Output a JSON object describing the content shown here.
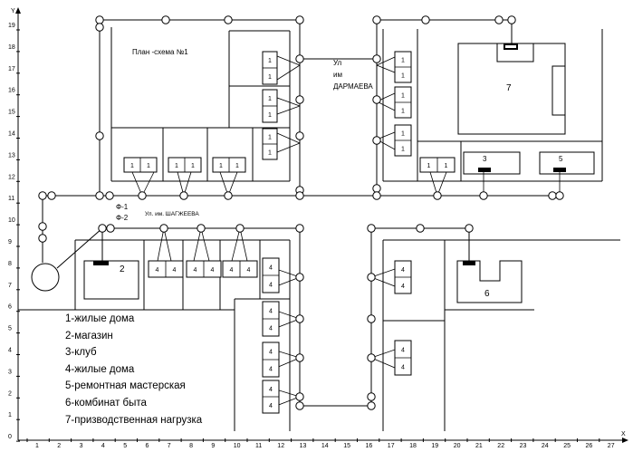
{
  "axes": {
    "y_label": "Y",
    "x_label": "X",
    "x_ticks": [
      "1",
      "2",
      "3",
      "4",
      "5",
      "6",
      "7",
      "8",
      "9",
      "10",
      "11",
      "12",
      "13",
      "14",
      "15",
      "16",
      "17",
      "18",
      "19",
      "20",
      "21",
      "22",
      "23",
      "24",
      "25",
      "26",
      "27"
    ],
    "y_ticks": [
      "19",
      "18",
      "17",
      "16",
      "15",
      "14",
      "13",
      "12",
      "11",
      "10",
      "9",
      "8",
      "7",
      "6",
      "5",
      "4",
      "3",
      "2",
      "1",
      "0"
    ]
  },
  "plan_title": "План -схема   №1",
  "street_darmaeva": [
    "Ул",
    "им",
    "ДАРМАЕВА"
  ],
  "street_shagzheeva": "Ул. им. ШАГЖЕЕВА",
  "feeders": [
    "Ф-1",
    "Ф-2"
  ],
  "building_labels": {
    "residential_1": "1",
    "residential_4": "4",
    "shop": "2",
    "club": "3",
    "workshop": "5",
    "service_plant": "6",
    "industrial": "7"
  },
  "legend": [
    "1-жилые дома",
    "2-магазин",
    "3-клуб",
    "4-жилые дома",
    "5-ремонтная мастерская",
    "6-комбинат быта",
    "7-призводственная нагрузка"
  ],
  "colors": {
    "ink": "#000000",
    "background": "#ffffff"
  }
}
